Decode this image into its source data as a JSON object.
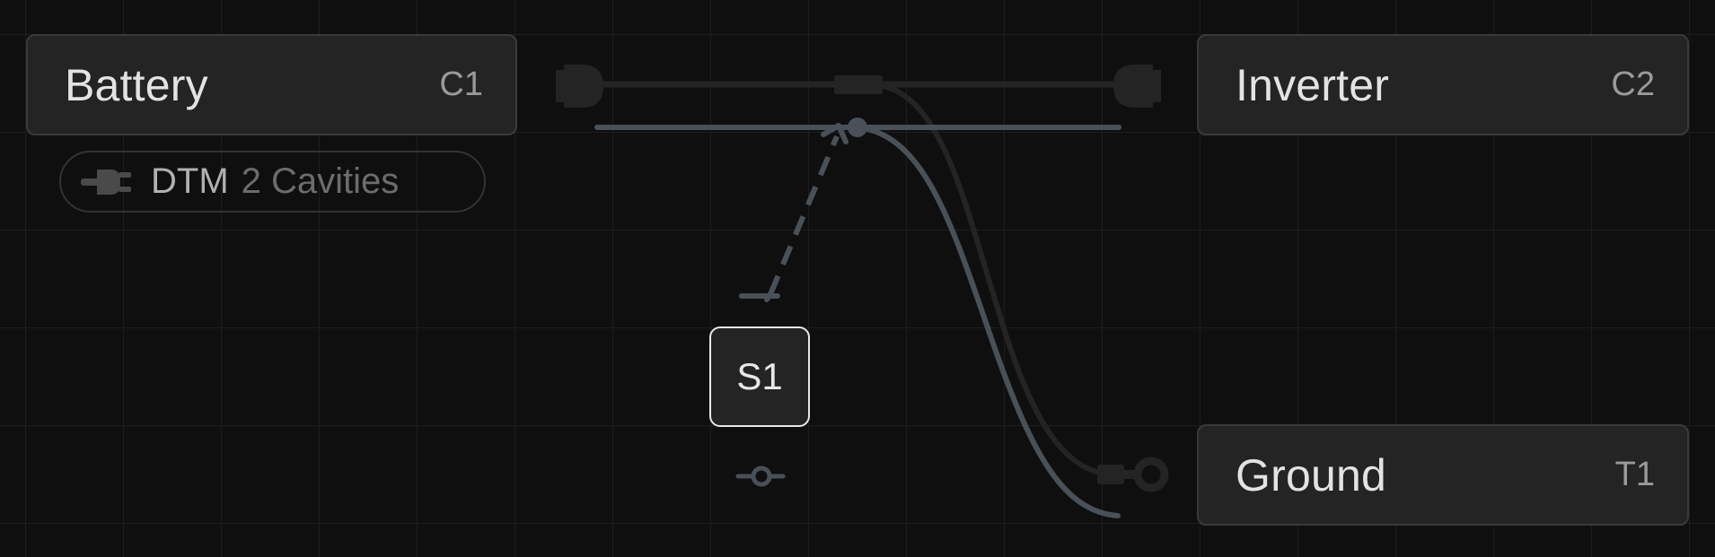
{
  "nodes": {
    "battery": {
      "title": "Battery",
      "id": "C1"
    },
    "inverter": {
      "title": "Inverter",
      "id": "C2"
    },
    "ground": {
      "title": "Ground",
      "id": "T1"
    }
  },
  "connector_pill": {
    "icon": "plug-icon",
    "type": "DTM",
    "cavities": "2 Cavities"
  },
  "splice": {
    "label": "S1"
  },
  "colors": {
    "background": "#0f0f0f",
    "node_fill": "#242424",
    "node_border": "#3a3a3a",
    "wire_dark": "#242424",
    "wire_light": "#4a5058",
    "splice_border": "#e8e8e8"
  }
}
